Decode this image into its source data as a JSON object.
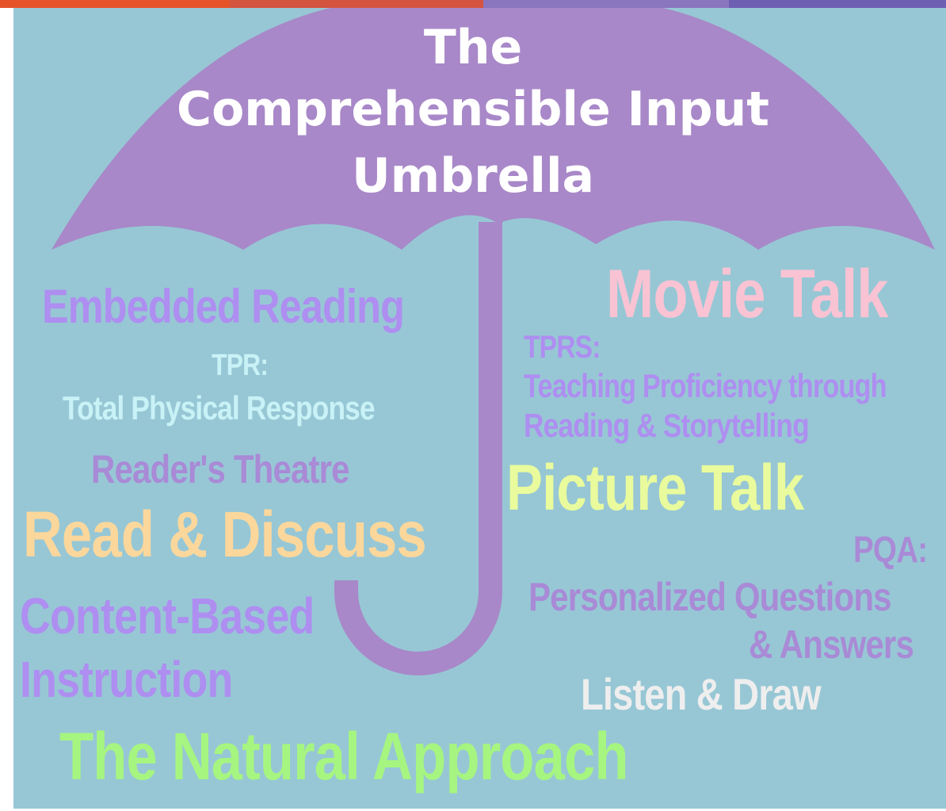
{
  "title": {
    "line1": "The",
    "line2": "Comprehensible Input",
    "line3": "Umbrella"
  },
  "methods": {
    "embedded_reading": "Embedded Reading",
    "tpr_abbr": "TPR:",
    "tpr_full": "Total Physical Response",
    "readers_theatre": "Reader's Theatre",
    "read_discuss": "Read & Discuss",
    "cbi_line1": "Content-Based",
    "cbi_line2": "Instruction",
    "natural_approach": "The Natural Approach",
    "movie_talk": "Movie Talk",
    "tprs_abbr": "TPRS:",
    "tprs_line1": "Teaching Proficiency through",
    "tprs_line2": "Reading & Storytelling",
    "picture_talk": "Picture Talk",
    "pqa_abbr": "PQA:",
    "pqa_line1": "Personalized Questions",
    "pqa_line2": "& Answers",
    "listen_draw": "Listen & Draw"
  },
  "colors": {
    "background": "#97c7d5",
    "umbrella": "#a888c8",
    "title_text": "#ffffff",
    "purple_text": "#ae8ef0",
    "light_blue_text": "#c8f2f6",
    "orchid_text": "#a98ad6",
    "peach_text": "#fbd79c",
    "pink_text": "#f9c3d3",
    "yellow_text": "#e9fb9c",
    "green_text": "#a6f580",
    "white_text": "#eeeeee",
    "top_strip_orange": "#e2572e",
    "top_strip_purple": "#7e6cbf"
  }
}
